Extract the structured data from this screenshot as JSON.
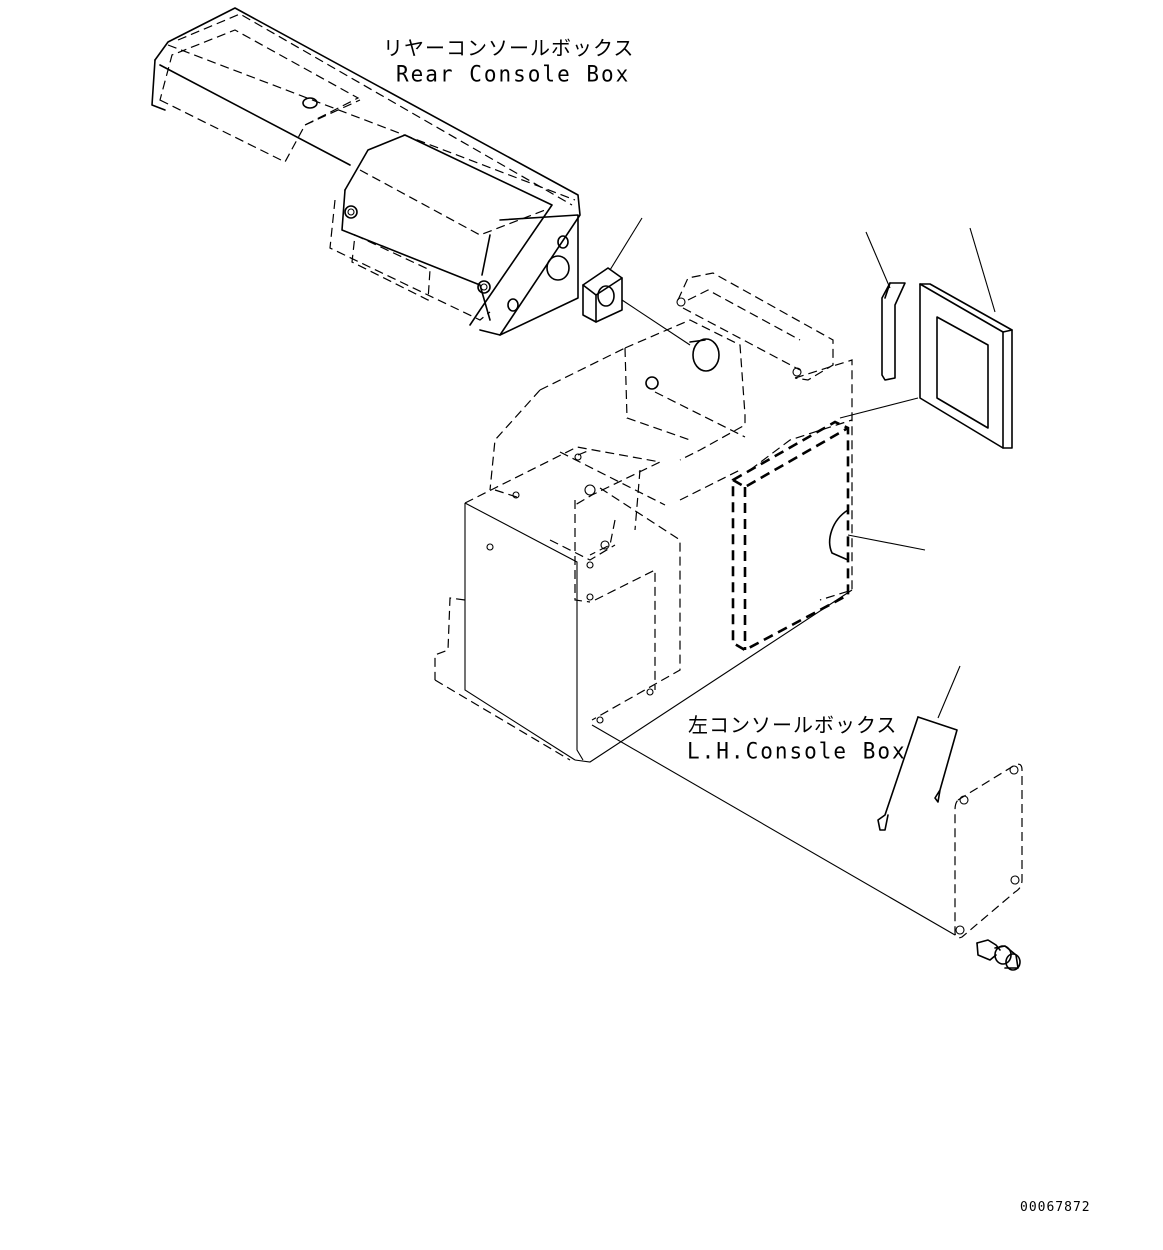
{
  "labels": {
    "rear_console_jp": "リヤーコンソールボックス",
    "rear_console_en": "Rear Console Box",
    "lh_console_jp": "左コンソールボックス",
    "lh_console_en": "L.H.Console Box",
    "drawing_number": "00067872"
  }
}
